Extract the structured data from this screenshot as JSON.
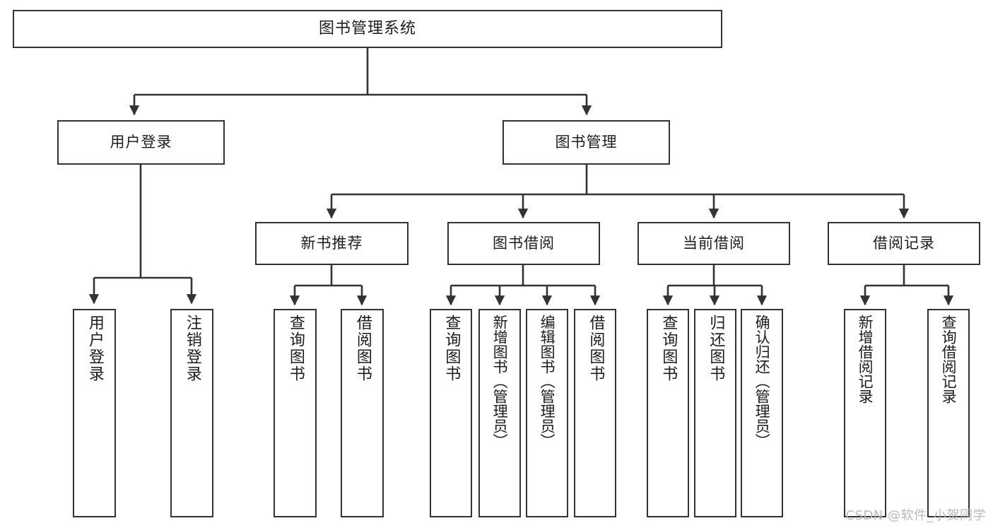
{
  "diagram": {
    "title": "图书管理系统",
    "type": "tree",
    "style": {
      "box_border": "#333333",
      "box_fill": "#ffffff",
      "line": "#333333",
      "text": "#1c1c1c"
    }
  },
  "root": {
    "label": "图书管理系统"
  },
  "level2": [
    {
      "label": "用户登录"
    },
    {
      "label": "图书管理"
    }
  ],
  "level3": [
    {
      "label": "新书推荐"
    },
    {
      "label": "图书借阅"
    },
    {
      "label": "当前借阅"
    },
    {
      "label": "借阅记录"
    }
  ],
  "leaves": {
    "user_login": [
      {
        "label": "用户登录"
      },
      {
        "label": "注销登录"
      }
    ],
    "new_book": [
      {
        "label": "查询图书"
      },
      {
        "label": "借阅图书"
      }
    ],
    "book_borrow": [
      {
        "label": "查询图书"
      },
      {
        "label": "新增图书（管理员）"
      },
      {
        "label": "编辑图书（管理员）"
      },
      {
        "label": "借阅图书"
      }
    ],
    "current_borrow": [
      {
        "label": "查询图书"
      },
      {
        "label": "归还图书"
      },
      {
        "label": "确认归还（管理员）"
      }
    ],
    "borrow_record": [
      {
        "label": "新增借阅记录"
      },
      {
        "label": "查询借阅记录"
      }
    ]
  },
  "watermark": {
    "text": "CSDN @软件_小贺同学"
  }
}
